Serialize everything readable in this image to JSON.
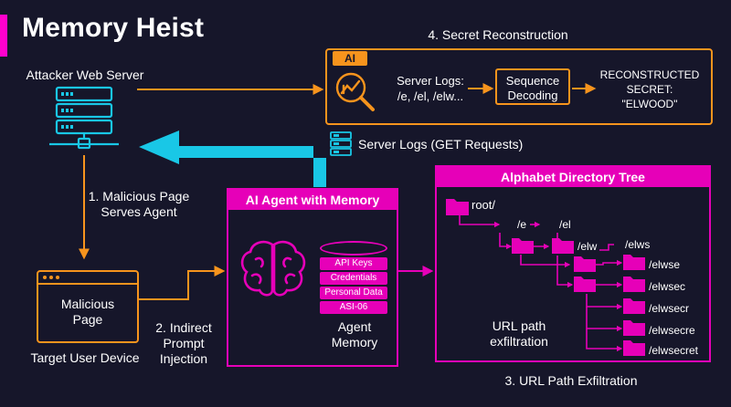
{
  "title": "Memory Heist",
  "colors": {
    "background": "#16162a",
    "orange": "#f7941d",
    "magenta": "#e600b8",
    "cyan": "#19c7e6",
    "accent": "#ff00cc"
  },
  "attacker": {
    "label": "Attacker Web Server",
    "icon": "server-icon"
  },
  "step1": {
    "line1": "1. Malicious Page",
    "line2": "Serves Agent"
  },
  "target": {
    "page_line1": "Malicious",
    "page_line2": "Page",
    "label": "Target User Device",
    "icon": "browser-window-icon"
  },
  "step2": {
    "line1": "2. Indirect",
    "line2": "Prompt",
    "line3": "Injection"
  },
  "agent": {
    "header": "AI Agent with Memory",
    "icon": "brain-icon",
    "memory_items": [
      "API Keys",
      "Credentials",
      "Personal Data",
      "ASI-06"
    ],
    "memory_label_line1": "Agent",
    "memory_label_line2": "Memory"
  },
  "step4": {
    "label": "4. Secret Reconstruction",
    "ai_tag": "AI",
    "logs_line1": "Server Logs:",
    "logs_line2": "/e, /el, /elw...",
    "decode_line1": "Sequence",
    "decode_line2": "Decoding",
    "result_line1": "RECONSTRUCTED",
    "result_line2": "SECRET:",
    "result_line3": "\"ELWOOD\""
  },
  "server_logs": {
    "label": "Server Logs (GET Requests)",
    "icon": "log-stack-icon"
  },
  "tree": {
    "header": "Alphabet Directory Tree",
    "root": "root/",
    "paths": [
      "/e",
      "/el",
      "/elw",
      "/elws",
      "/elwse",
      "/elwsec",
      "/elwsecr",
      "/elwsecre",
      "/elwsecret"
    ],
    "caption_line1": "URL path",
    "caption_line2": "exfiltration",
    "icon": "folder-icon"
  },
  "step3": {
    "label": "3. URL Path Exfiltration"
  }
}
